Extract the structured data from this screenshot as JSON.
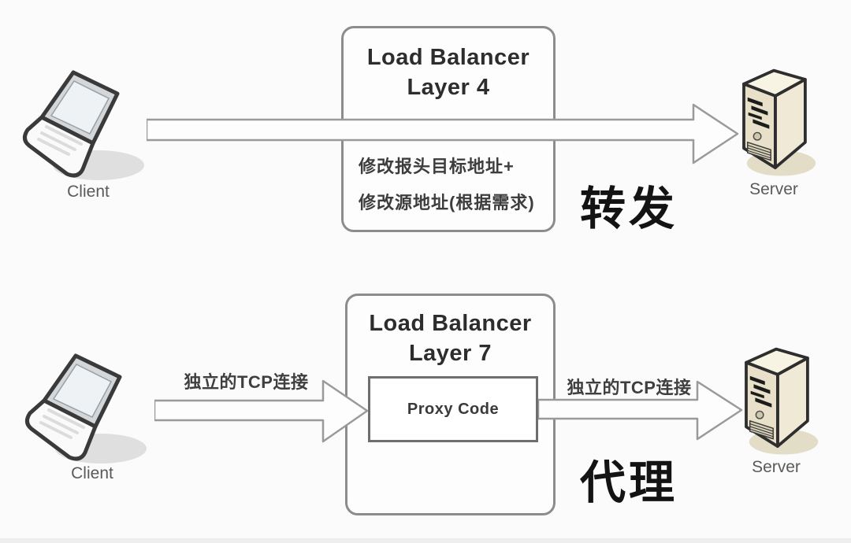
{
  "top": {
    "client_label": "Client",
    "server_label": "Server",
    "box_title_line1": "Load Balancer",
    "box_title_line2": "Layer 4",
    "note_line1": "修改报头目标地址+",
    "note_line2": "修改源地址(根据需求)",
    "mode_label": "转发"
  },
  "bottom": {
    "client_label": "Client",
    "server_label": "Server",
    "box_title_line1": "Load Balancer",
    "box_title_line2": "Layer 7",
    "proxy_label": "Proxy Code",
    "left_arrow_label": "独立的TCP连接",
    "right_arrow_label": "独立的TCP连接",
    "mode_label": "代理"
  },
  "icons": {
    "client": "laptop-icon",
    "server": "server-tower-icon",
    "arrow": "block-arrow-right-icon"
  },
  "colors": {
    "background": "#fbfbfb",
    "box_border": "#8c8c8c",
    "proxy_border": "#6e6e6e",
    "arrow_outline": "#9a9a9a",
    "title_text": "#2d2d2d",
    "note_text": "#3d3d3d",
    "mode_text": "#131313",
    "device_label_text": "#5a5a5a",
    "server_body": "#efe8d2"
  }
}
